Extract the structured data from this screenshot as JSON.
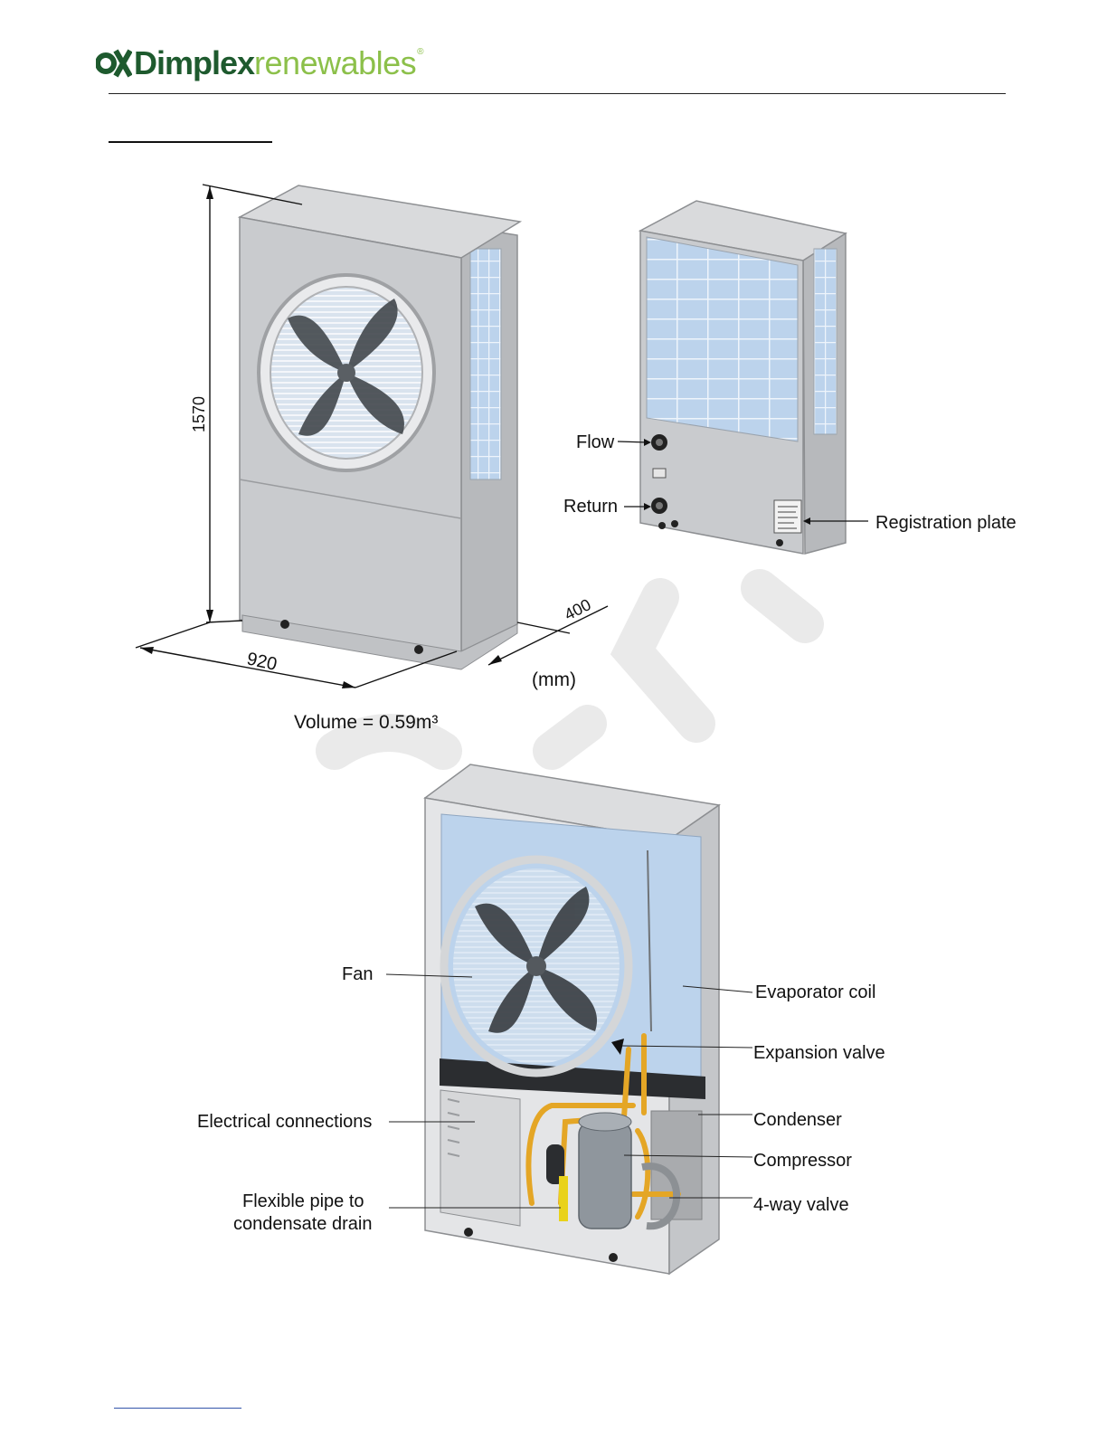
{
  "brand": {
    "name": "Dimplex",
    "suffix": "renewables",
    "reg_mark": "®"
  },
  "dimensions": {
    "height": "1570",
    "width": "920",
    "depth": "400",
    "unit": "(mm)",
    "volume": "Volume = 0.59m³"
  },
  "rear_view": {
    "flow": "Flow",
    "return": "Return",
    "registration_plate": "Registration plate"
  },
  "components": {
    "fan": "Fan",
    "evaporator_coil": "Evaporator coil",
    "expansion_valve": "Expansion valve",
    "electrical_connections": "Electrical connections",
    "condenser": "Condenser",
    "compressor": "Compressor",
    "flexible_pipe_line1": "Flexible pipe to",
    "flexible_pipe_line2": "condensate drain",
    "four_way_valve": "4-way valve"
  },
  "colors": {
    "brand_dark": "#1e5a2e",
    "brand_light": "#8cc04a",
    "unit_casing": "#c9cbce",
    "coil_blue": "#bcd3ec"
  }
}
